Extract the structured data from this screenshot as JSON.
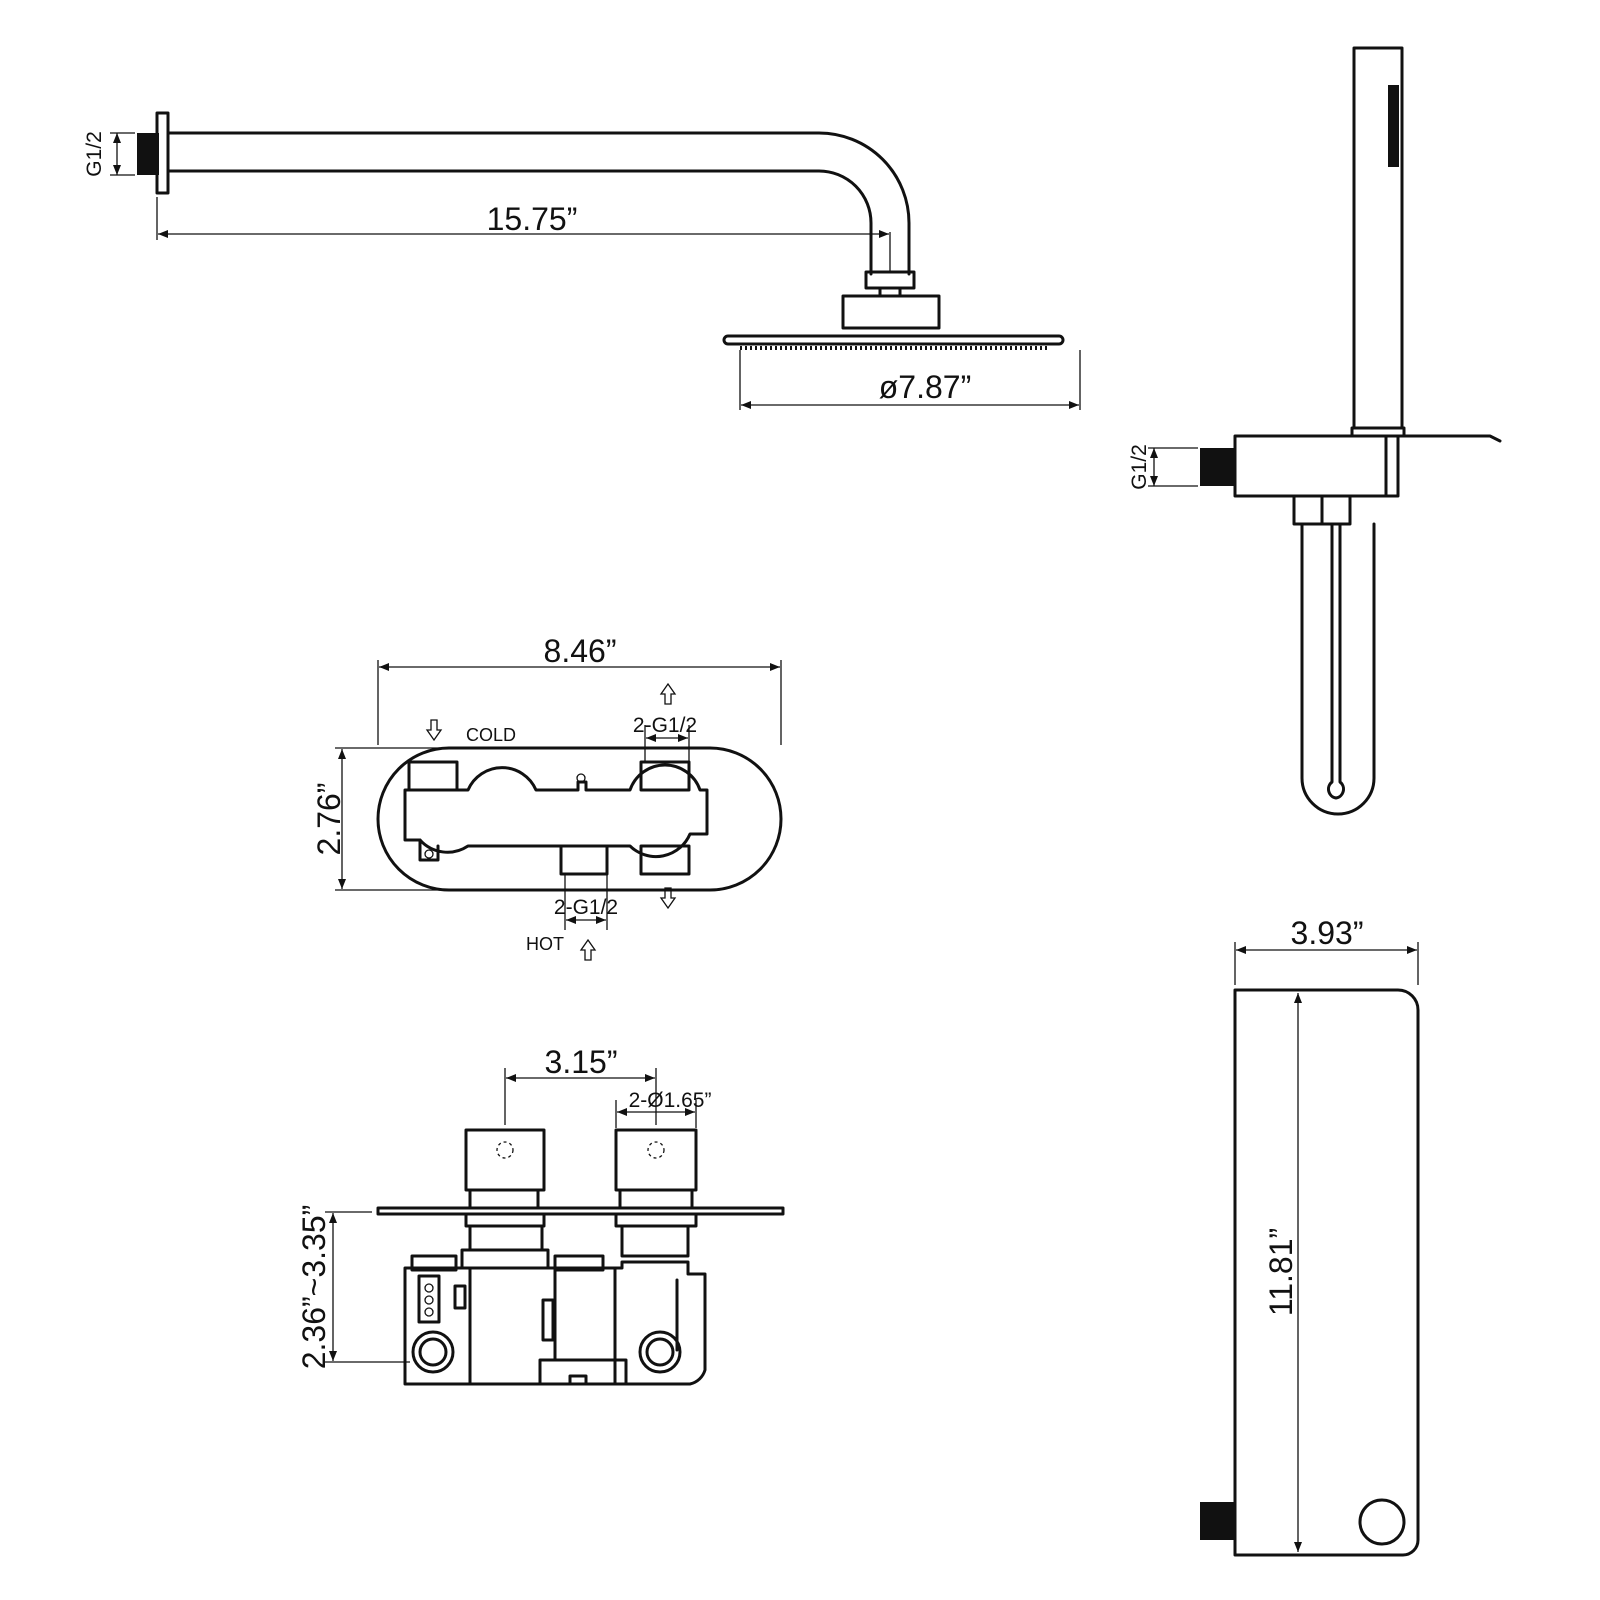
{
  "dimensions": {
    "arm_length": "15.75”",
    "arm_thread": "G1/2",
    "head_diameter": "ø7.87”",
    "holder_thread": "G1/2",
    "plate_width": "8.46”",
    "plate_height": "2.76”",
    "outlet_thread": "2-G1/2",
    "inlet_thread": "2-G1/2",
    "cold_label": "COLD",
    "hot_label": "HOT",
    "handle_spacing": "3.15”",
    "handle_diameter": "2-Ø1.65”",
    "wall_depth": "2.36”~3.35”",
    "slide_width": "3.93”",
    "slide_length": "11.81”"
  },
  "icons": [
    "arrow-up-icon",
    "arrow-down-icon"
  ],
  "colors": {
    "line": "#111111",
    "background": "#ffffff"
  }
}
